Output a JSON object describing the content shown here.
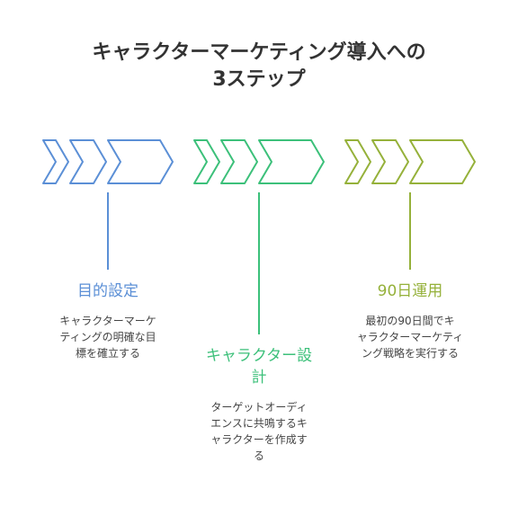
{
  "title": {
    "line1": "キャラクターマーケティング導入への",
    "line2": "3ステップ"
  },
  "colors": {
    "step1": "#5b8fd6",
    "step2": "#3cc07a",
    "step3": "#95b13a",
    "title": "#333333",
    "text": "#444444"
  },
  "steps": [
    {
      "title": "目的設定",
      "desc": [
        "キャラクターマーケ",
        "ティングの明確な目",
        "標を確立する"
      ]
    },
    {
      "title_lines": [
        "キャラクター設",
        "計"
      ],
      "desc": [
        "ターゲットオーディ",
        "エンスに共鳴するキ",
        "ャラクターを作成す",
        "る"
      ]
    },
    {
      "title": "90日運用",
      "desc": [
        "最初の90日間でキ",
        "ャラクターマーケティ",
        "ング戦略を実行する"
      ]
    }
  ]
}
